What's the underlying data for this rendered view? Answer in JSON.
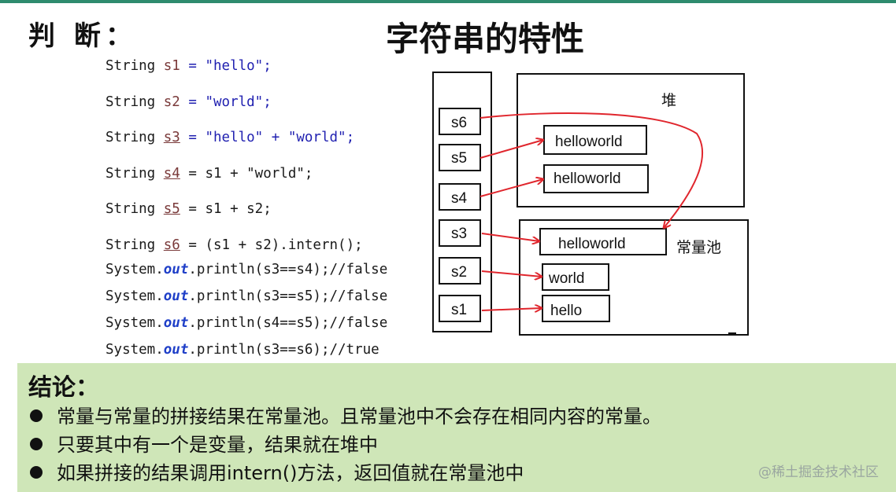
{
  "header": {
    "judge_label": "判 断：",
    "title": "字符串的特性"
  },
  "code": {
    "keyword_string": "String",
    "lines": [
      {
        "var": "s1",
        "rhs": "= \"hello\";"
      },
      {
        "var": "s2",
        "rhs": "= \"world\";"
      },
      {
        "var": "s3",
        "rhs": "= \"hello\" + \"world\";"
      },
      {
        "var": "s4",
        "rhs": "= s1 + \"world\";"
      },
      {
        "var": "s5",
        "rhs": "= s1 + s2;"
      },
      {
        "var": "s6",
        "rhs": "= (s1 + s2).intern();"
      }
    ],
    "prints": [
      {
        "prefix": "System.",
        "out": "out",
        "suffix": ".println(s3==s4);//false"
      },
      {
        "prefix": "System.",
        "out": "out",
        "suffix": ".println(s3==s5);//false"
      },
      {
        "prefix": "System.",
        "out": "out",
        "suffix": ".println(s4==s5);//false"
      },
      {
        "prefix": "System.",
        "out": "out",
        "suffix": ".println(s3==s6);//true"
      }
    ]
  },
  "diagram": {
    "heap_label": "堆",
    "pool_label": "常量池",
    "stack_vars": [
      "s6",
      "s5",
      "s4",
      "s3",
      "s2",
      "s1"
    ],
    "heap_objects": [
      "helloworld",
      "helloworld"
    ],
    "pool_objects": [
      "helloworld",
      "world",
      "hello"
    ],
    "arrow_color": "#e0262d"
  },
  "conclusion": {
    "title": "结论：",
    "bullets": [
      "常量与常量的拼接结果在常量池。且常量池中不会存在相同内容的常量。",
      "只要其中有一个是变量，结果就在堆中",
      "如果拼接的结果调用intern()方法，返回值就在常量池中"
    ],
    "watermark": "@稀土掘金技术社区"
  }
}
